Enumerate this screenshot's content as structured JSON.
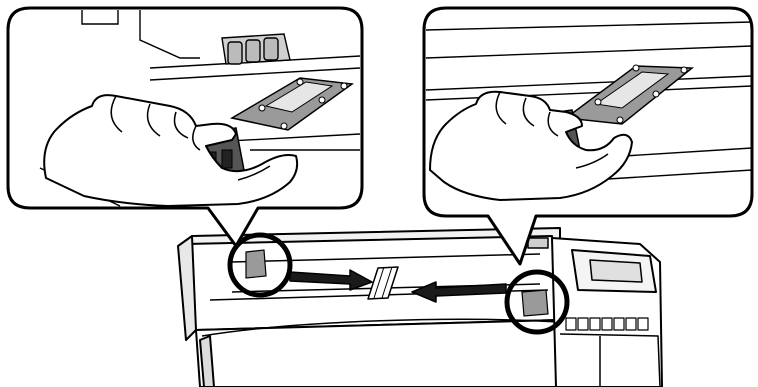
{
  "figure": {
    "kind": "instructional-illustration",
    "panels": [
      {
        "id": "left-detail",
        "callout_target": "left-circle"
      },
      {
        "id": "right-detail",
        "callout_target": "right-circle"
      }
    ],
    "arrows": [
      {
        "id": "arrow-left-to-center",
        "direction": "right"
      },
      {
        "id": "arrow-right-to-center",
        "direction": "left"
      }
    ],
    "colors": {
      "line": "#000000",
      "paper": "#ffffff",
      "shadow": "#bdbdbd",
      "part_dark": "#555555",
      "plate": "#9a9a9a",
      "arrow": "#1a1a1a"
    },
    "icons": [
      "hand-icon",
      "cleaning-stick-icon",
      "printer-icon"
    ]
  }
}
